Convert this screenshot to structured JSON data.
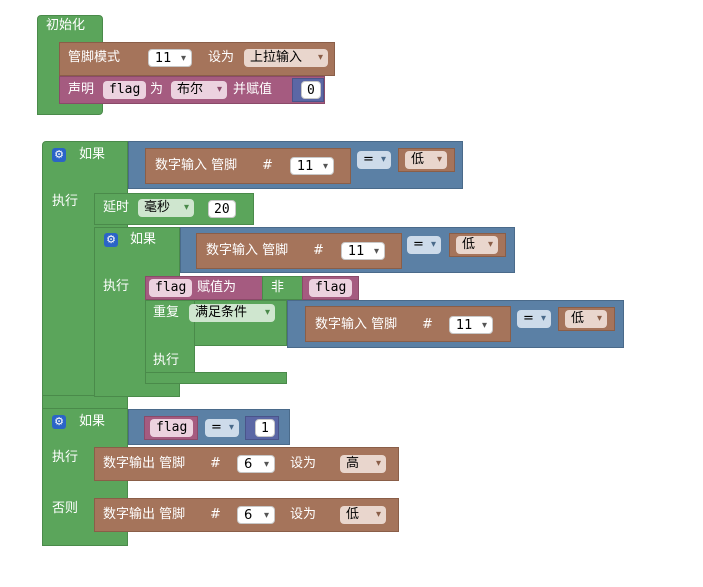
{
  "init": {
    "title": "初始化",
    "pinmode_label": "管脚模式",
    "pinmode_pin": "11",
    "setto_label": "设为",
    "pinmode_value": "上拉输入",
    "declare_label": "声明",
    "declare_var": "flag",
    "as_label": "为",
    "declare_type": "布尔",
    "assign_label": "并赋值",
    "declare_value": "0"
  },
  "if1": {
    "if_label": "如果",
    "do_label": "执行",
    "cond_read_label": "数字输入 管脚",
    "hash": "#",
    "cond_pin": "11",
    "cond_op": "=",
    "cond_value": "低",
    "delay_label": "延时",
    "delay_unit": "毫秒",
    "delay_value": "20",
    "inner_if_label": "如果",
    "inner_do_label": "执行",
    "inner_cond_read_label": "数字输入 管脚",
    "inner_cond_pin": "11",
    "inner_cond_op": "=",
    "inner_cond_value": "低",
    "set_var": "flag",
    "set_label": "赋值为",
    "not_label": "非",
    "not_var": "flag",
    "repeat_label": "重复",
    "repeat_mode": "满足条件",
    "repeat_read_label": "数字输入 管脚",
    "repeat_pin": "11",
    "repeat_op": "=",
    "repeat_value": "低",
    "repeat_do_label": "执行"
  },
  "if2": {
    "if_label": "如果",
    "do_label": "执行",
    "else_label": "否则",
    "cond_var": "flag",
    "cond_op": "=",
    "cond_value": "1",
    "out1_label": "数字输出 管脚",
    "hash": "#",
    "out1_pin": "6",
    "out1_set": "设为",
    "out1_value": "高",
    "out2_label": "数字输出 管脚",
    "out2_pin": "6",
    "out2_set": "设为",
    "out2_value": "低"
  }
}
